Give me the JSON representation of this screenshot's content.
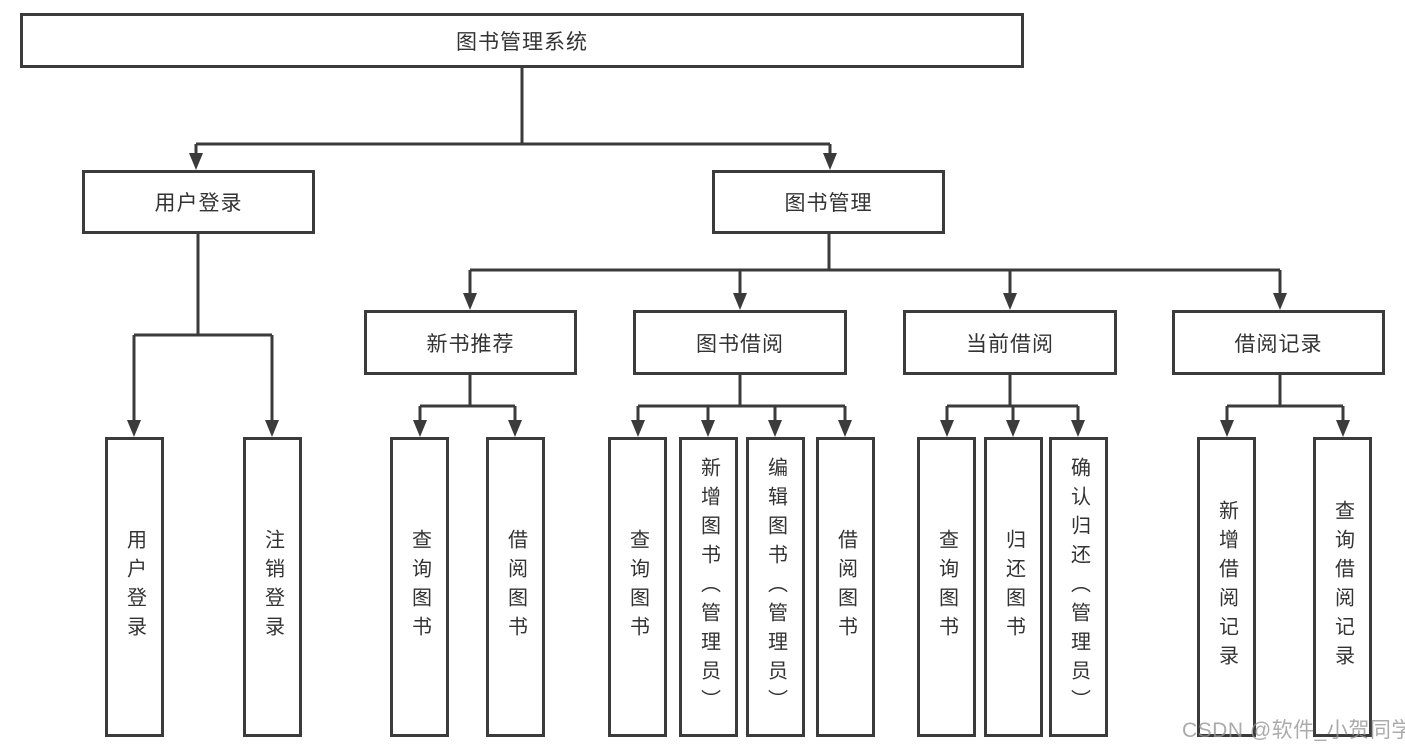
{
  "colors": {
    "line": "#3b3b3b",
    "box_border": "#3b3b3b",
    "text": "#333333",
    "watermark": "#949494",
    "background": "#ffffff"
  },
  "root": {
    "label": "图书管理系统"
  },
  "branches": [
    {
      "label": "用户登录",
      "leaves": [
        {
          "label": "用户登录"
        },
        {
          "label": "注销登录"
        }
      ]
    },
    {
      "label": "图书管理",
      "groups": [
        {
          "label": "新书推荐",
          "leaves": [
            {
              "label": "查询图书"
            },
            {
              "label": "借阅图书"
            }
          ]
        },
        {
          "label": "图书借阅",
          "leaves": [
            {
              "label": "查询图书"
            },
            {
              "label": "新增图书（管理员）"
            },
            {
              "label": "编辑图书（管理员）"
            },
            {
              "label": "借阅图书"
            }
          ]
        },
        {
          "label": "当前借阅",
          "leaves": [
            {
              "label": "查询图书"
            },
            {
              "label": "归还图书"
            },
            {
              "label": "确认归还（管理员）"
            }
          ]
        },
        {
          "label": "借阅记录",
          "leaves": [
            {
              "label": "新增借阅记录"
            },
            {
              "label": "查询借阅记录"
            }
          ]
        }
      ]
    }
  ],
  "watermark": "CSDN @软件_小贺同学"
}
